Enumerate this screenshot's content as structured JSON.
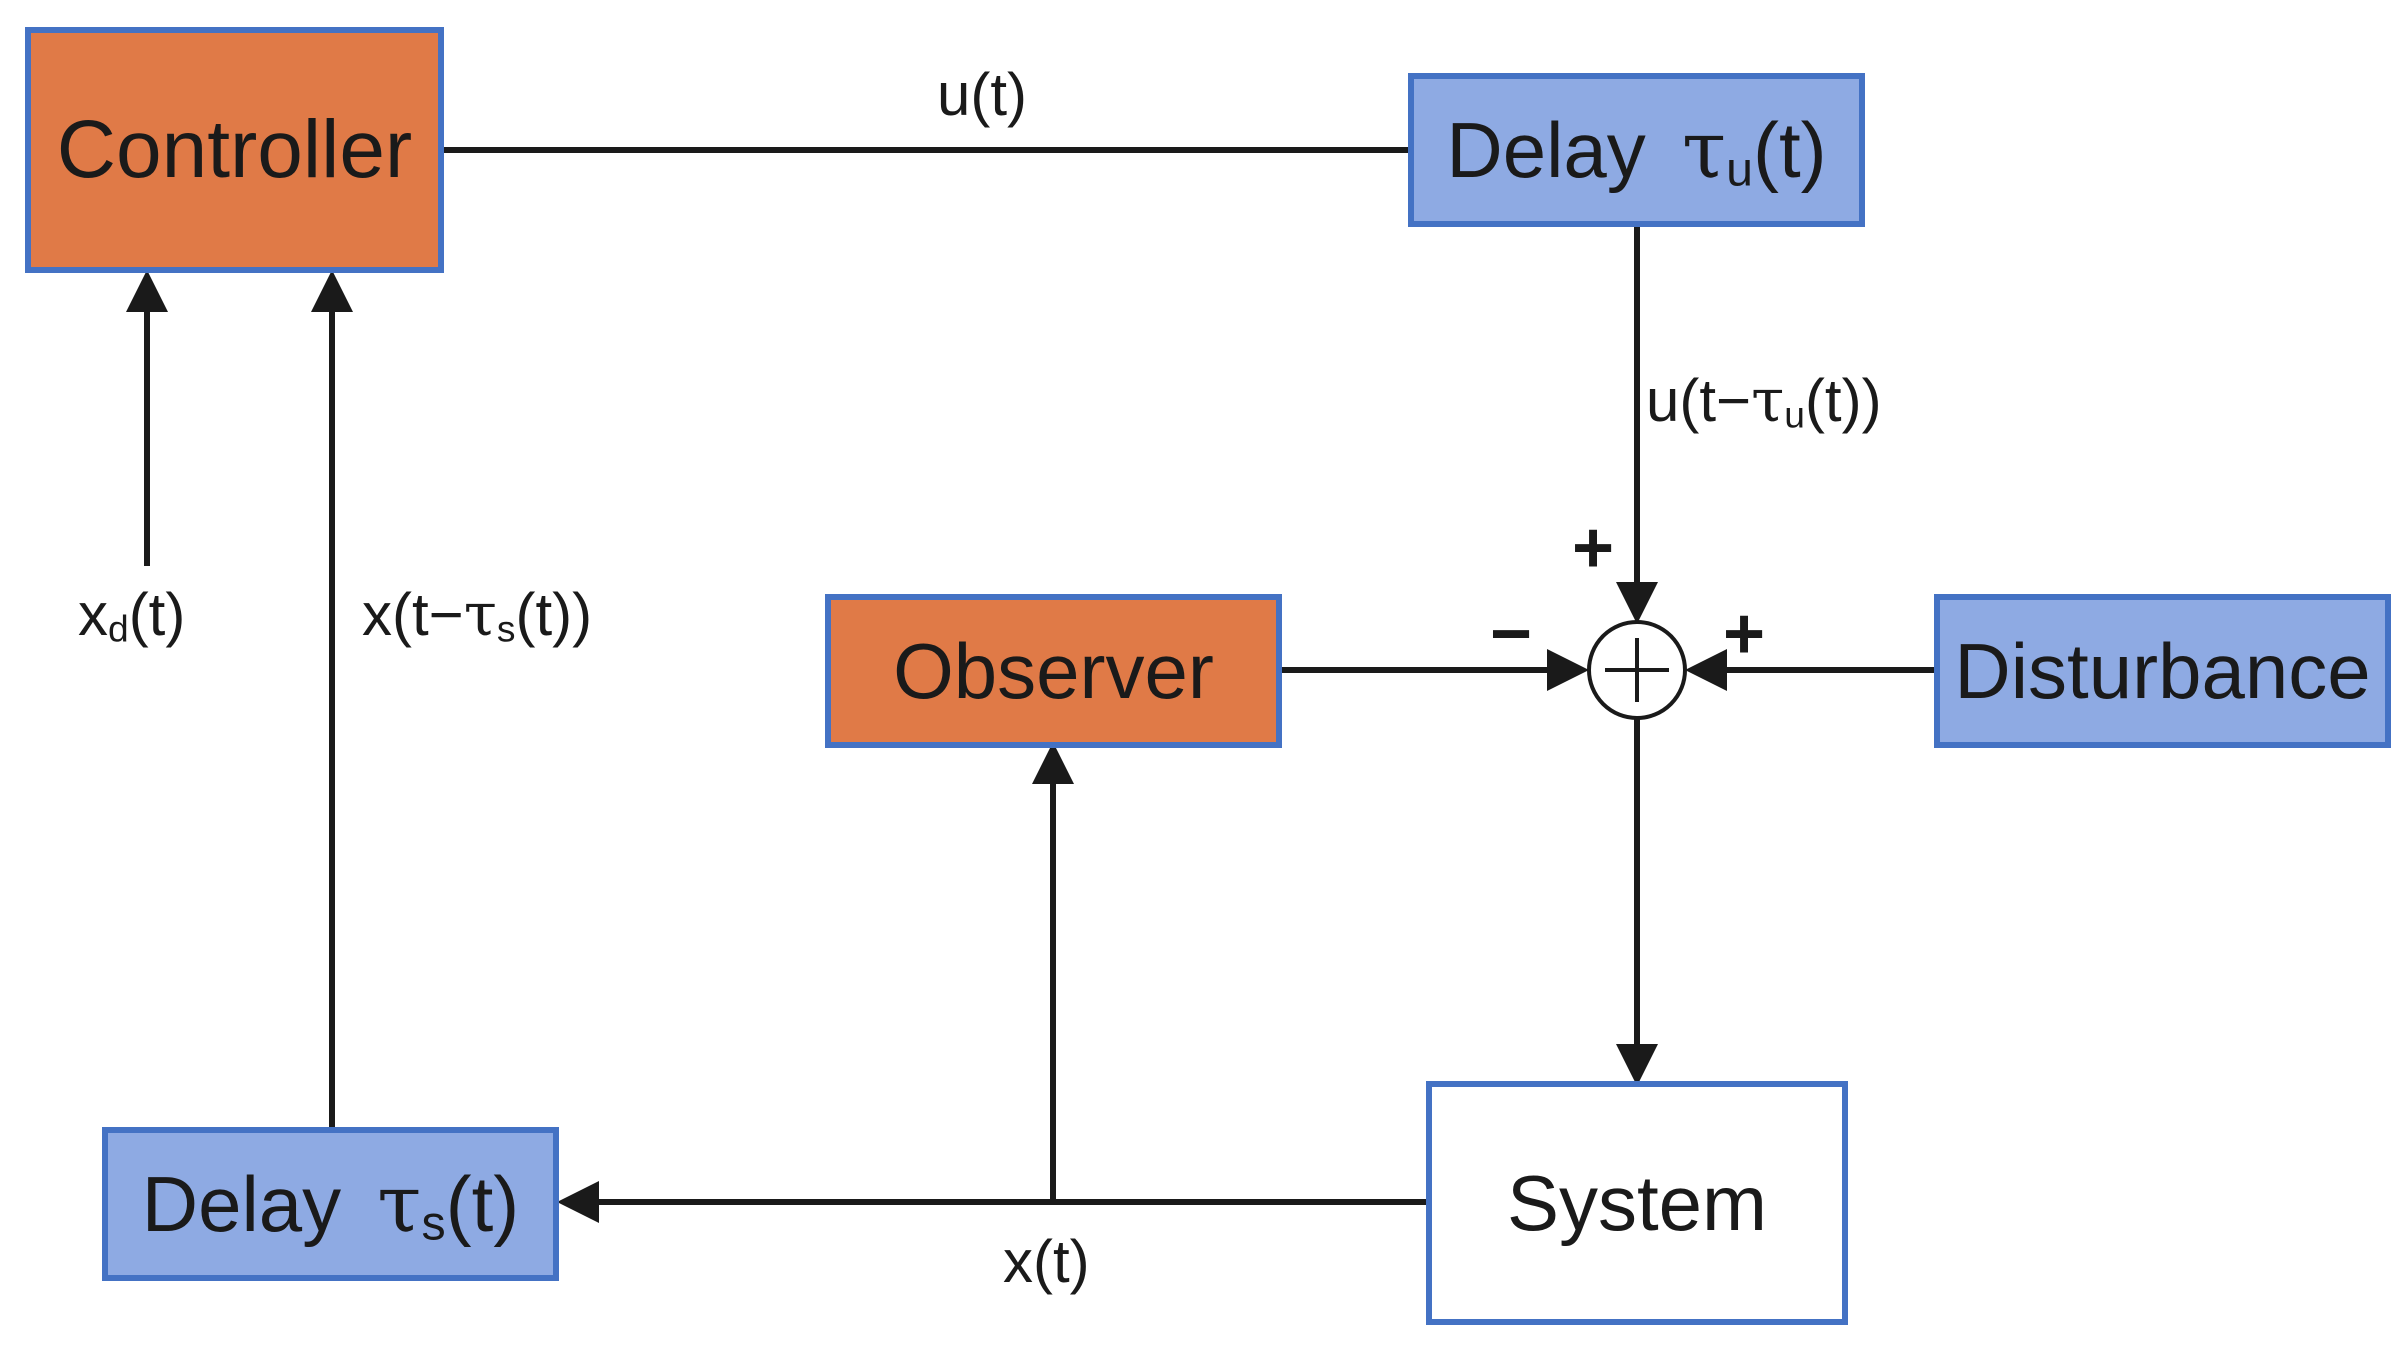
{
  "blocks": {
    "controller": "Controller",
    "delay_u": {
      "word": "Delay",
      "symbol": "τ",
      "sub": "u",
      "arg": "(t)"
    },
    "observer": "Observer",
    "disturbance": "Disturbance",
    "system": "System",
    "delay_s": {
      "word": "Delay",
      "symbol": "τ",
      "sub": "s",
      "arg": "(t)"
    }
  },
  "signals": {
    "u": "u(t)",
    "u_delayed": {
      "pre": "u(t−",
      "tau": "τ",
      "sub": "u",
      "post": "(t))"
    },
    "xd": {
      "pre": "x",
      "sub": "d",
      "post": "(t)"
    },
    "x_delayed": {
      "pre": "x(t−",
      "tau": "τ",
      "sub": "s",
      "post": "(t))"
    },
    "x": "x(t)"
  },
  "signs": {
    "top": "+",
    "left": "−",
    "right": "+"
  },
  "colors": {
    "orange_fill": "#e07a47",
    "blue_fill": "#8eaae3",
    "border": "#4472c4",
    "line": "#1a1a1a"
  }
}
